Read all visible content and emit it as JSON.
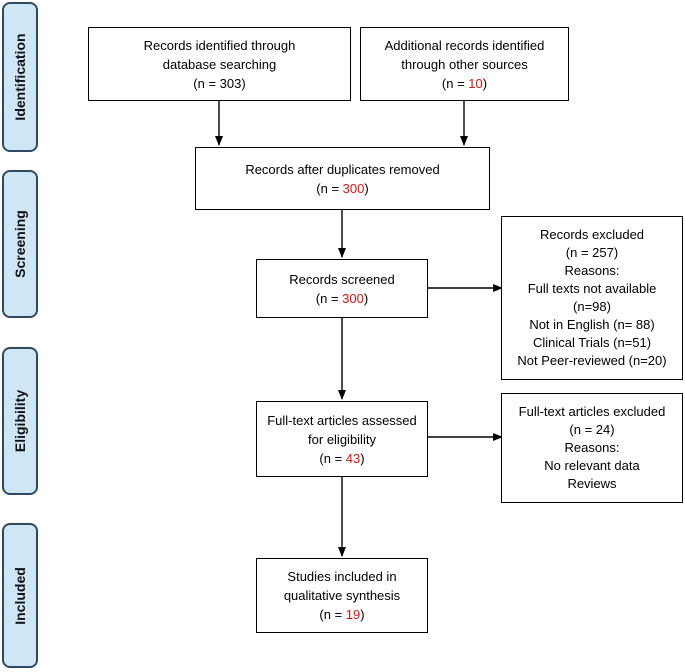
{
  "phases": {
    "identification": "Identification",
    "screening": "Screening",
    "eligibility": "Eligibility",
    "included": "Included"
  },
  "boxes": {
    "db_search": {
      "line1": "Records identified through",
      "line2": "database searching",
      "count": "(n = 303)"
    },
    "other_sources": {
      "line1": "Additional records identified",
      "line2": "through other sources",
      "count_prefix": "(n = ",
      "count_value": "10",
      "count_suffix": ")"
    },
    "duplicates_removed": {
      "line1": "Records after duplicates removed",
      "count_prefix": "(n = ",
      "count_value": "300",
      "count_suffix": ")"
    },
    "screened": {
      "line1": "Records screened",
      "count_prefix": "(n = ",
      "count_value": "300",
      "count_suffix": ")"
    },
    "excluded": {
      "line1": "Records excluded",
      "count": "(n = 257)",
      "reasons": "Reasons:",
      "r1": "Full texts not available",
      "r1b": "(n=98)",
      "r2": "Not in English (n= 88)",
      "r3": "Clinical Trials (n=51)",
      "r4": "Not Peer-reviewed (n=20)"
    },
    "fulltext_assessed": {
      "line1": "Full-text articles assessed",
      "line2": "for eligibility",
      "count_prefix": "(n = ",
      "count_value": "43",
      "count_suffix": ")"
    },
    "fulltext_excluded": {
      "line1": "Full-text articles excluded",
      "count": "(n = 24)",
      "reasons": "Reasons:",
      "r1": "No relevant data",
      "r2": "Reviews"
    },
    "included": {
      "line1": "Studies included in",
      "line2": "qualitative synthesis",
      "count_prefix": "(n = ",
      "count_value": "19",
      "count_suffix": ")"
    }
  },
  "colors": {
    "highlight": "#e3120b",
    "phase_fill": "#cfe7f5",
    "phase_border": "#2f4b63"
  }
}
